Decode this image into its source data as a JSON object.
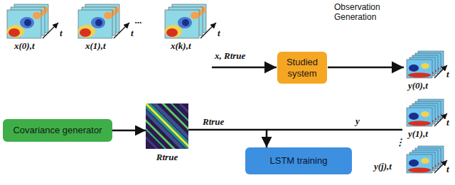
{
  "diagram": {
    "nodes": [
      {
        "text": [
          "Studied system"
        ]
      },
      {
        "text": [
          "Covariance generator"
        ]
      },
      {
        "text": [
          "Rtrue"
        ]
      },
      {
        "text": [
          "LSTM training"
        ]
      }
    ],
    "edges": [
      {
        "from": 1,
        "to": 2,
        "arrow": "to"
      },
      {
        "from": 2,
        "to": 3,
        "label": "Rtrue",
        "arrow": "to"
      }
    ],
    "labels": [
      "x(0),t",
      "x(1),t",
      "...",
      "x(k),t",
      "t",
      "t",
      "t",
      "x, Rtrue",
      "Observation Generation",
      "y(0),t",
      "y(1),t",
      "⋮",
      "y(j),t",
      "t",
      "t",
      "t",
      "y"
    ]
  }
}
